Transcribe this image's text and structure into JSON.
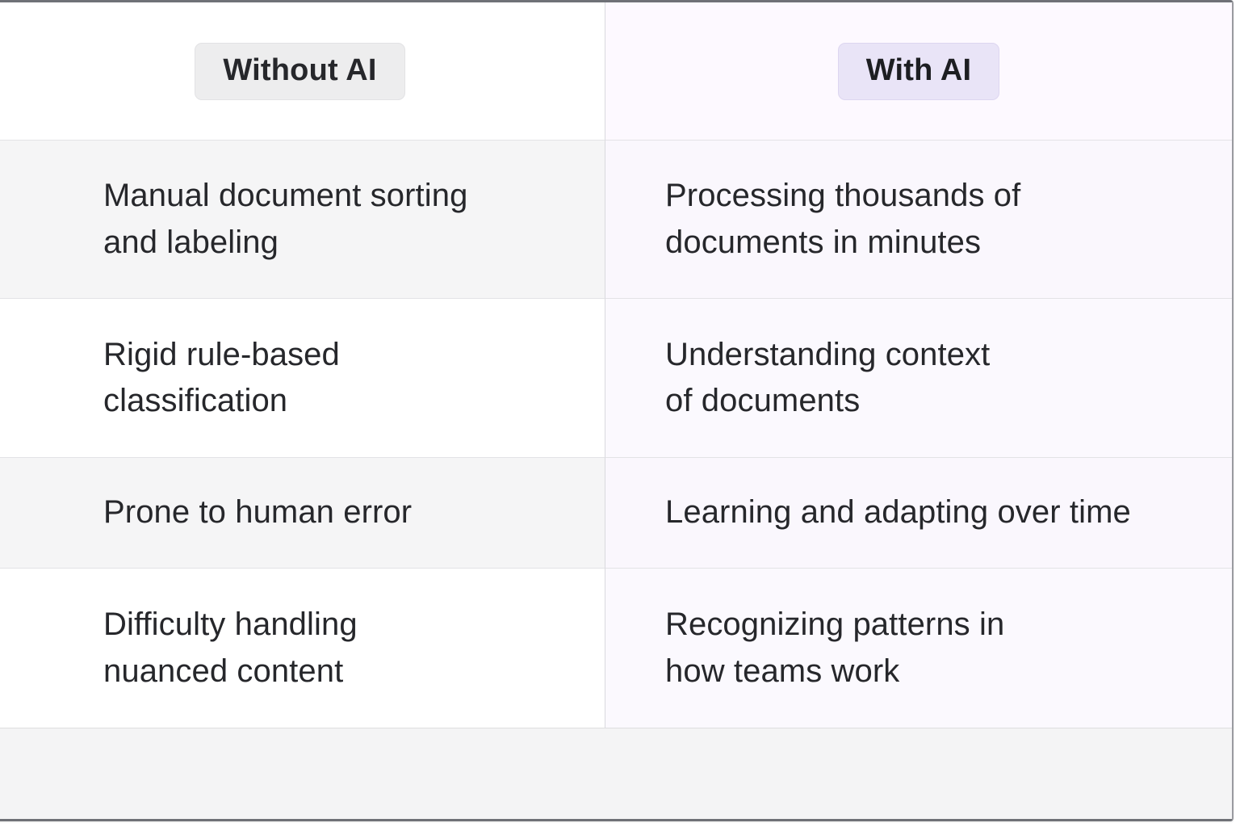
{
  "table": {
    "columns": [
      {
        "id": "without-ai",
        "label": "Without AI",
        "accent": "#ededee"
      },
      {
        "id": "with-ai",
        "label": "With AI",
        "accent": "#e9e4f7"
      }
    ],
    "rows": [
      {
        "without_ai": "Manual document sorting\nand labeling",
        "with_ai": "Processing thousands of\ndocuments in minutes"
      },
      {
        "without_ai": "Rigid rule-based\nclassification",
        "with_ai": "Understanding context\nof documents"
      },
      {
        "without_ai": "Prone to human error",
        "with_ai": "Learning and adapting over time"
      },
      {
        "without_ai": "Difficulty handling\nnuanced content",
        "with_ai": "Recognizing patterns in\nhow teams work"
      }
    ],
    "footer": {
      "label": ""
    }
  }
}
